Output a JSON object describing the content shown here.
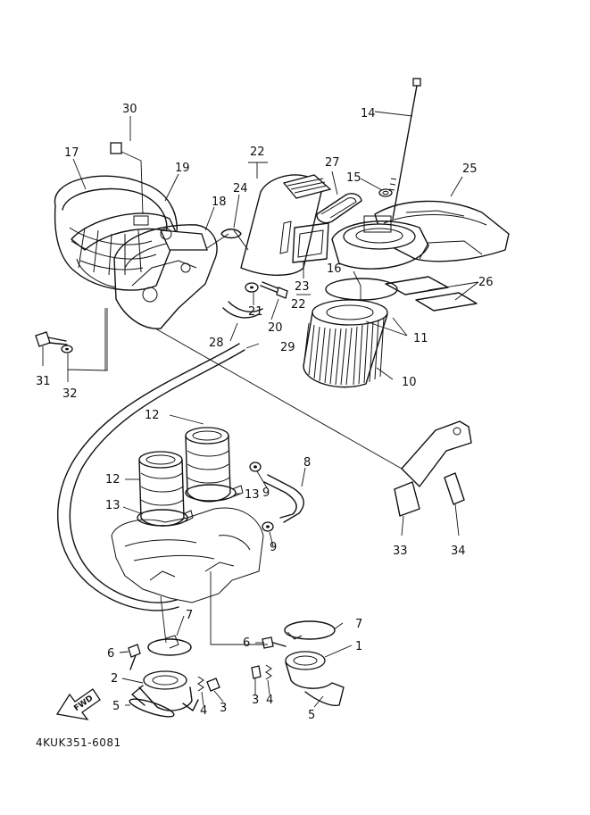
{
  "callouts": {
    "c30": "30",
    "c17": "17",
    "c19": "19",
    "c22a": "22",
    "c18": "18",
    "c24": "24",
    "c27": "27",
    "c14": "14",
    "c15": "15",
    "c25": "25",
    "c23": "23",
    "c22b": "22",
    "c16": "16",
    "c26": "26",
    "c21": "21",
    "c20": "20",
    "c11": "11",
    "c28": "28",
    "c29": "29",
    "c10": "10",
    "c31": "31",
    "c32": "32",
    "c12a": "12",
    "c12b": "12",
    "c13a": "13",
    "c13b": "13",
    "c8": "8",
    "c9a": "9",
    "c9b": "9",
    "c33": "33",
    "c34": "34",
    "c7a": "7",
    "c7b": "7",
    "c6a": "6",
    "c6b": "6",
    "c1": "1",
    "c2": "2",
    "c5a": "5",
    "c5b": "5",
    "c4a": "4",
    "c4b": "4",
    "c3a": "3",
    "c3b": "3"
  },
  "fwd_label": "FWD",
  "part_code": "4KUK351-6081"
}
